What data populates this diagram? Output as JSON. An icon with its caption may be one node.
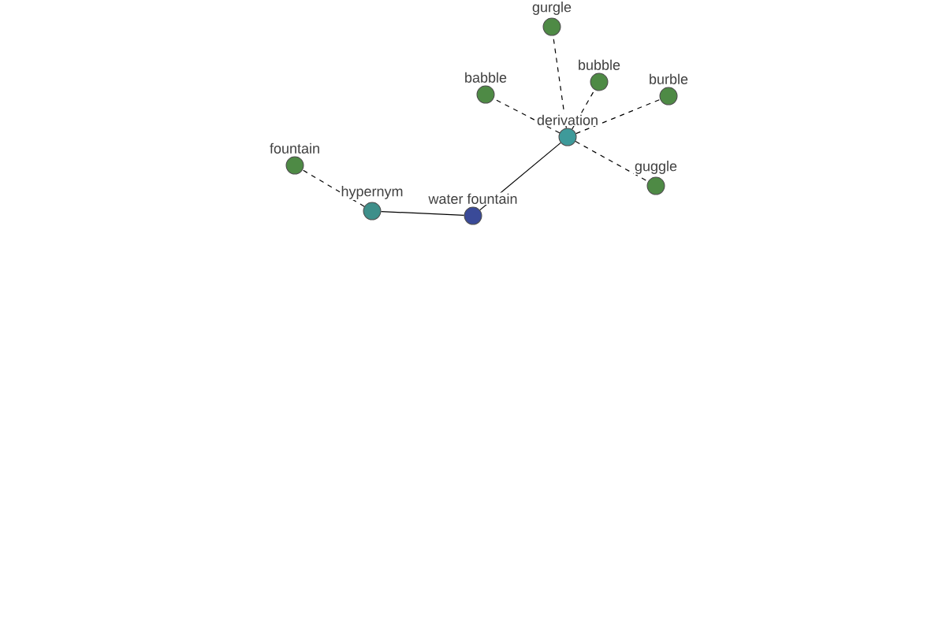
{
  "diagram": {
    "nodes": [
      {
        "text": [
          "gurgle"
        ]
      },
      {
        "text": [
          "babble"
        ]
      },
      {
        "text": [
          "bubble"
        ]
      },
      {
        "text": [
          "burble"
        ]
      },
      {
        "text": [
          "derivation"
        ]
      },
      {
        "text": [
          "fountain"
        ]
      },
      {
        "text": [
          "guggle"
        ]
      },
      {
        "text": [
          "hypernym"
        ]
      },
      {
        "text": [
          "water fountain"
        ]
      }
    ],
    "edges": [
      {
        "from": 8,
        "to": 7,
        "arrow": "none"
      },
      {
        "from": 8,
        "to": 4,
        "arrow": "none"
      },
      {
        "from": 7,
        "to": 5,
        "arrow": "none",
        "style": "dashed"
      },
      {
        "from": 4,
        "to": 0,
        "arrow": "none",
        "style": "dashed"
      },
      {
        "from": 4,
        "to": 1,
        "arrow": "none",
        "style": "dashed"
      },
      {
        "from": 4,
        "to": 2,
        "arrow": "none",
        "style": "dashed"
      },
      {
        "from": 4,
        "to": 3,
        "arrow": "none",
        "style": "dashed"
      },
      {
        "from": 4,
        "to": 6,
        "arrow": "none",
        "style": "dashed"
      }
    ]
  }
}
